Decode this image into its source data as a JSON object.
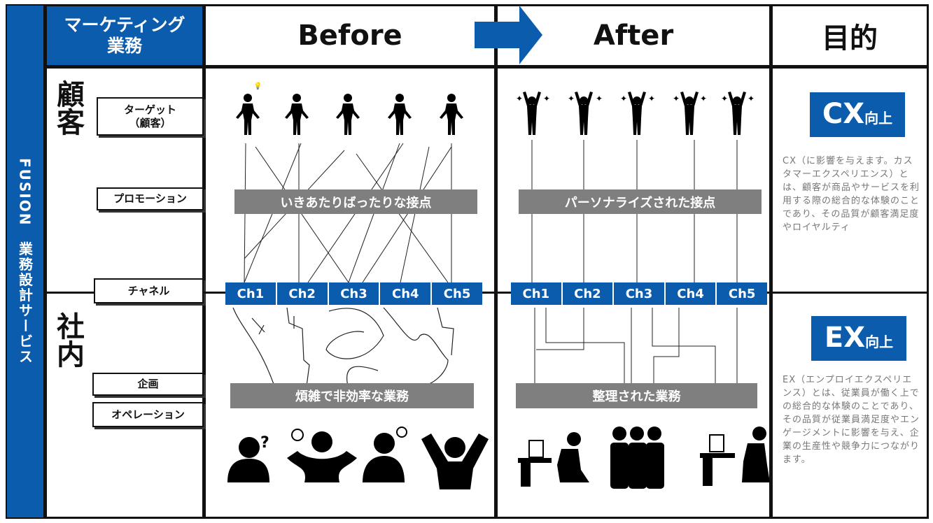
{
  "sidebar": {
    "title": "FUSION　業務設計サービス"
  },
  "headers": {
    "marketing": "マーケティング\n業務",
    "before": "Before",
    "after": "After",
    "purpose": "目的"
  },
  "sections": {
    "customer": "顧客",
    "internal": "社内"
  },
  "row_labels": {
    "target": "ターゲット\n（顧客）",
    "promotion": "プロモーション",
    "channel": "チャネル",
    "planning": "企画",
    "operation": "オペレーション"
  },
  "before": {
    "touchpoint": "いきあたりばったりな接点",
    "work": "煩雑で非効率な業務",
    "channels": [
      "Ch1",
      "Ch2",
      "Ch3",
      "Ch4",
      "Ch5"
    ]
  },
  "after": {
    "touchpoint": "パーソナライズされた接点",
    "work": "整理された業務",
    "channels": [
      "Ch1",
      "Ch2",
      "Ch3",
      "Ch4",
      "Ch5"
    ]
  },
  "purpose": {
    "cx": {
      "main": "CX",
      "sub": "向上",
      "desc": "CX（に影響を与えます。カスタマーエクスペリエンス）とは、顧客が商品やサービスを利用する際の総合的な体験のことであり、その品質が顧客満足度やロイヤルティ"
    },
    "ex": {
      "main": "EX",
      "sub": "向上",
      "desc": "EX（エンプロイエクスペリエンス）とは、従業員が働く上での総合的な体験のことであり、その品質が従業員満足度やエンゲージメントに影響を与え、企業の生産性や競争力につながります。"
    }
  },
  "colors": {
    "brand": "#0b5cad",
    "gray": "#7f7f7f",
    "ink": "#111111"
  }
}
